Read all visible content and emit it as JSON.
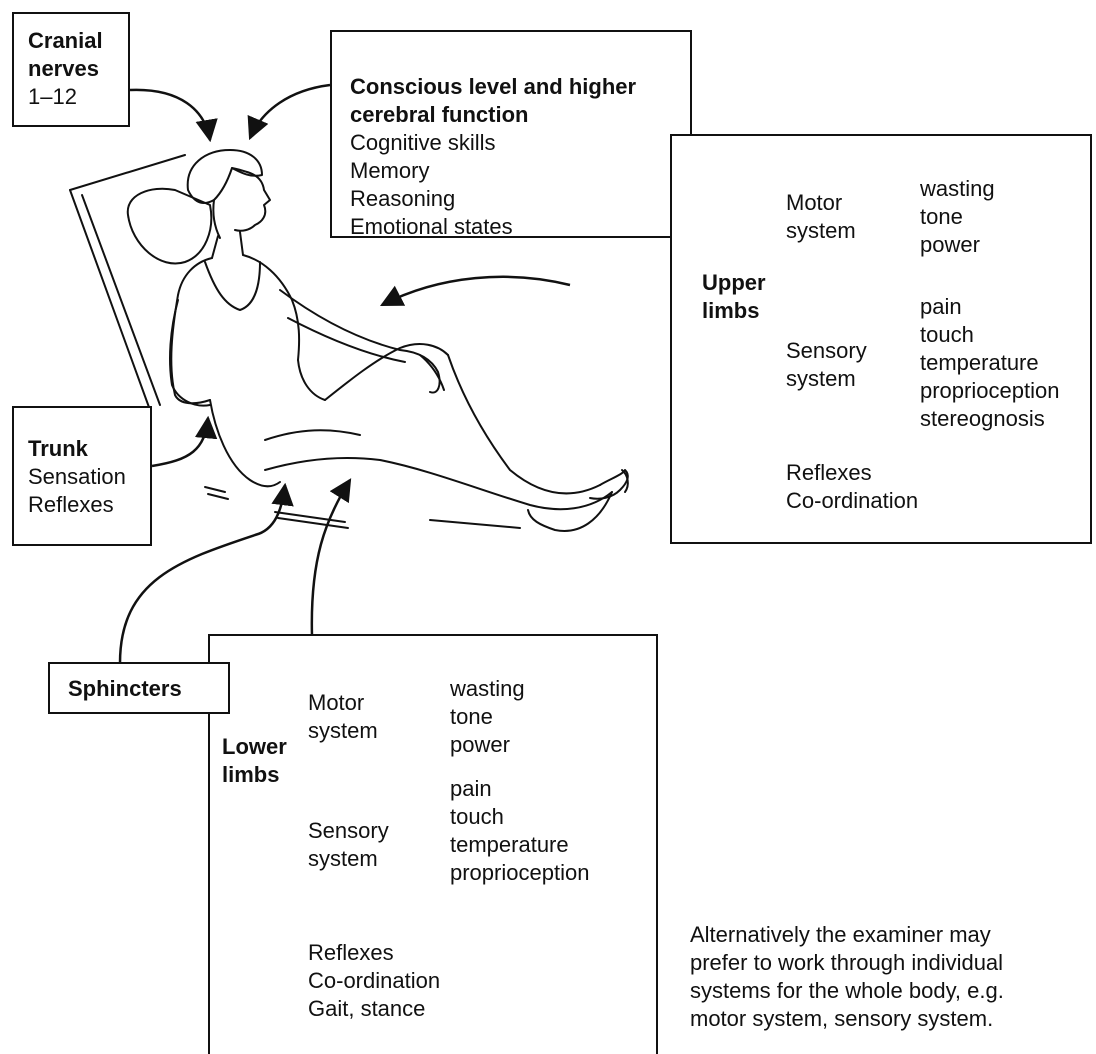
{
  "cranial": {
    "title_line1": "Cranial",
    "title_line2": "nerves",
    "range": "1–12"
  },
  "conscious": {
    "title_line1": "Conscious level and higher",
    "title_line2": "cerebral function",
    "items": [
      "Cognitive skills",
      "Memory",
      "Reasoning",
      "Emotional states"
    ]
  },
  "upper": {
    "title_line1": "Upper",
    "title_line2": "limbs",
    "motor": {
      "line1": "Motor",
      "line2": "system",
      "items": [
        "wasting",
        "tone",
        "power"
      ]
    },
    "sensory": {
      "line1": "Sensory",
      "line2": "system",
      "items": [
        "pain",
        "touch",
        "temperature",
        "proprioception",
        "stereognosis"
      ]
    },
    "other": [
      "Reflexes",
      "Co-ordination"
    ]
  },
  "trunk": {
    "title": "Trunk",
    "items": [
      "Sensation",
      "Reflexes"
    ]
  },
  "sphincters": {
    "title": "Sphincters"
  },
  "lower": {
    "title_line1": "Lower",
    "title_line2": "limbs",
    "motor": {
      "line1": "Motor",
      "line2": "system",
      "items": [
        "wasting",
        "tone",
        "power"
      ]
    },
    "sensory": {
      "line1": "Sensory",
      "line2": "system",
      "items": [
        "pain",
        "touch",
        "temperature",
        "proprioception"
      ]
    },
    "other": [
      "Reflexes",
      "Co-ordination",
      "Gait, stance"
    ]
  },
  "note": {
    "lines": [
      "Alternatively the examiner may",
      "prefer to work through individual",
      "systems for the whole body, e.g.",
      "motor system, sensory system."
    ]
  }
}
